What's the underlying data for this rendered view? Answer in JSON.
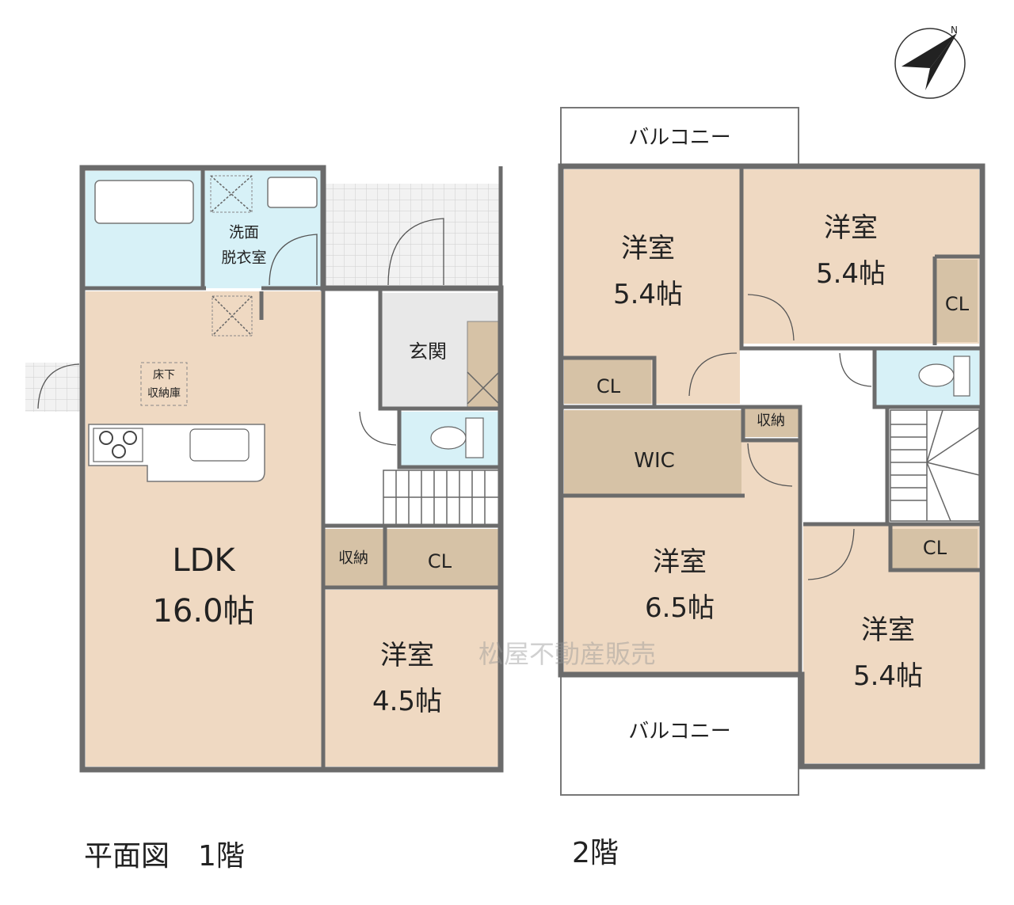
{
  "titles": {
    "floor1": "平面図　1階",
    "floor2": "2階"
  },
  "watermark": "松屋不動産販売",
  "compass": {
    "north_label": "N"
  },
  "floor1": {
    "ldk_name": "LDK",
    "ldk_size": "16.0帖",
    "washroom_line1": "洗面",
    "washroom_line2": "脱衣室",
    "underfloor_line1": "床下",
    "underfloor_line2": "収納庫",
    "entrance": "玄関",
    "storage": "収納",
    "closet": "CL",
    "western_name": "洋室",
    "western_size": "4.5帖"
  },
  "floor2": {
    "balcony_top": "バルコニー",
    "balcony_bottom": "バルコニー",
    "room_nw_name": "洋室",
    "room_nw_size": "5.4帖",
    "room_ne_name": "洋室",
    "room_ne_size": "5.4帖",
    "room_center_name": "洋室",
    "room_center_size": "6.5帖",
    "room_se_name": "洋室",
    "room_se_size": "5.4帖",
    "wic": "WIC",
    "storage": "収納",
    "closet_ne": "CL",
    "closet_nw": "CL",
    "closet_se": "CL"
  },
  "colors": {
    "room": "#efd9c2",
    "closet": "#d6c2a6",
    "wet": "#d7f1f7",
    "entrance": "#e8e8e8",
    "wall": "#6b6b6b"
  }
}
